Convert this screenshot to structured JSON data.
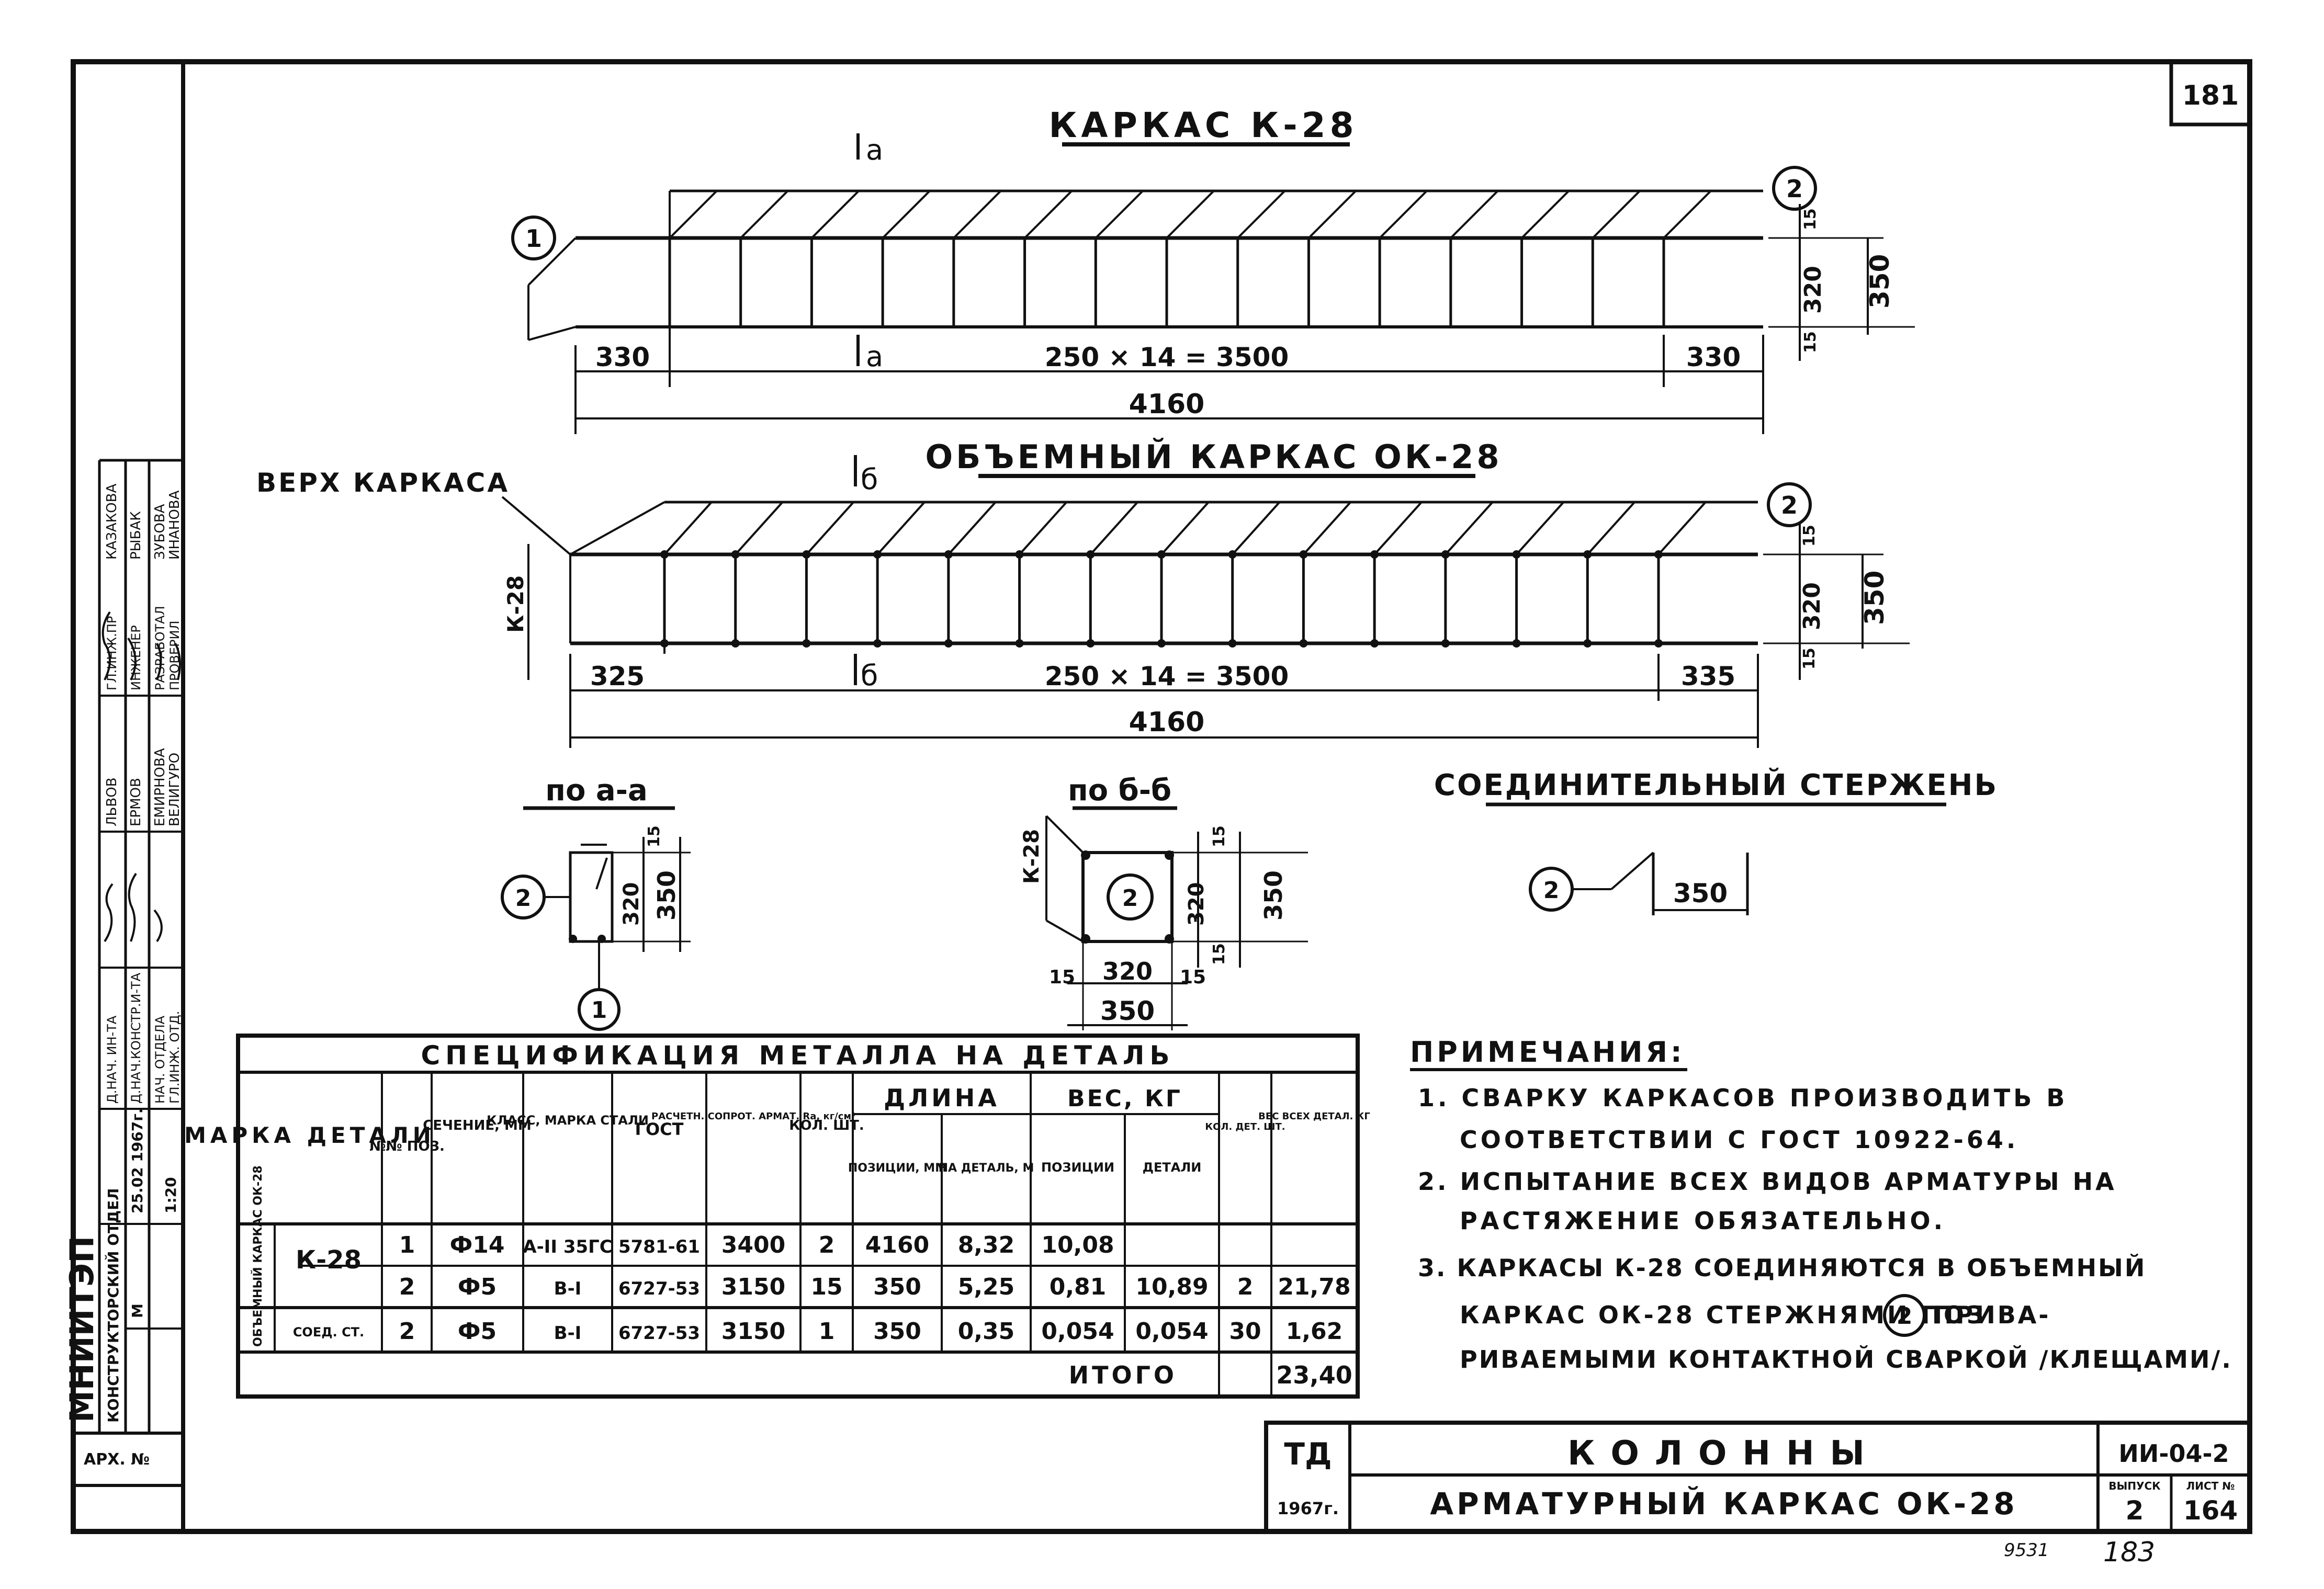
{
  "sheet": {
    "page_number": "181",
    "archive": "АРХ. №",
    "footer_code": "9531",
    "footer_page": "183"
  },
  "left_strip": {
    "org": "МНИИТЭП",
    "dept": "КОНСТРУКТОРСКИЙ ОТДЕЛ",
    "date": "25.02 1967г.",
    "scale_label": "М",
    "scale": "1:20",
    "rows": [
      {
        "role": "Д.НАЧ. ИН-ТА",
        "name": "ЛЬВОВ"
      },
      {
        "role": "Д.НАЧ.КОНСТР.И-ТА",
        "name": "ЕРМОВ"
      },
      {
        "role": "НАЧ. ОТДЕЛА",
        "name": "ЕМИРНОВА"
      },
      {
        "role": "ГЛ.ИНЖ. ОТД.",
        "name": "ВЕЛИГУРО"
      },
      {
        "role": "ГЛ.ИНЖ.ПР",
        "name": "КАЗАКОВА"
      },
      {
        "role": "ИНЖЕНЕР",
        "name": "РЫБАК"
      },
      {
        "role": "РАЗРАБОТАЛ",
        "name": "ЗУБОВА"
      },
      {
        "role": "ПРОВЕРИЛ",
        "name": "ИНАНОВА"
      }
    ]
  },
  "frame_k28": {
    "title": "КАРКАС К-28",
    "section_mark": "а",
    "callout_1": "1",
    "callout_2": "2",
    "dim_left": "330",
    "dim_mid": "250 × 14 = 3500",
    "dim_right": "330",
    "dim_total": "4160",
    "dim_top": "15",
    "dim_middle": "320",
    "dim_bottom": "15",
    "dim_height": "350"
  },
  "frame_ok28": {
    "title": "ОБЪЕМНЫЙ КАРКАС ОК-28",
    "top_label": "ВЕРХ КАРКАСА",
    "side_label": "К-28",
    "section_mark": "б",
    "callout_2": "2",
    "dim_left": "325",
    "dim_mid": "250 × 14 = 3500",
    "dim_right": "335",
    "dim_total": "4160",
    "dim_top": "15",
    "dim_middle": "320",
    "dim_bottom": "15",
    "dim_height": "350"
  },
  "section_aa": {
    "title": "по а-а",
    "callout_2": "2",
    "callout_1": "1",
    "dim_top": "15",
    "dim_mid": "320",
    "dim_total": "350"
  },
  "section_bb": {
    "title": "по б-б",
    "side_label": "К-28",
    "callout_2": "2",
    "dim_top": "15",
    "dim_mid": "320",
    "dim_total": "350",
    "dim_bottom": "15",
    "w_left": "15",
    "w_mid": "320",
    "w_right": "15",
    "w_total": "350"
  },
  "connector": {
    "title": "СОЕДИНИТЕЛЬНЫЙ СТЕРЖЕНЬ",
    "callout": "2",
    "length": "350"
  },
  "spec_table": {
    "title": "СПЕЦИФИКАЦИЯ МЕТАЛЛА НА ДЕТАЛЬ",
    "headers": {
      "mark": "МАРКА ДЕТАЛИ",
      "pos": "№№ ПОЗ.",
      "section": "СЕЧЕНИЕ, ММ",
      "class": "КЛАСС, МАРКА СТАЛИ",
      "gost": "ГОСТ",
      "resist": "РАСЧЕТН. СОПРОТ. АРМАТ. Ra, кг/см²",
      "qty": "КОЛ. ШТ.",
      "length": "ДЛИНА",
      "len_pos": "ПОЗИЦИИ, ММ",
      "len_det": "НА ДЕТАЛЬ, М",
      "weight": "ВЕС, КГ",
      "w_pos": "ПОЗИЦИИ",
      "w_det": "ДЕТАЛИ",
      "det_qty": "КОЛ. ДЕТ. ШТ.",
      "total": "ВЕС ВСЕХ ДЕТАЛ. КГ"
    },
    "group_label": "ОБЪЕМНЫЙ КАРКАС ОК-28",
    "rows": [
      {
        "mark": "К-28",
        "pos": "1",
        "section": "Ф14",
        "class": "А-II 35ГС",
        "gost": "5781-61",
        "resist": "3400",
        "qty": "2",
        "len_pos": "4160",
        "len_det": "8,32",
        "w_pos": "10,08",
        "w_det": "",
        "det_qty": "",
        "total": ""
      },
      {
        "mark": "",
        "pos": "2",
        "section": "Ф5",
        "class": "В-I",
        "gost": "6727-53",
        "resist": "3150",
        "qty": "15",
        "len_pos": "350",
        "len_det": "5,25",
        "w_pos": "0,81",
        "w_det": "10,89",
        "det_qty": "2",
        "total": "21,78"
      },
      {
        "mark": "СОЕД. СТ.",
        "pos": "2",
        "section": "Ф5",
        "class": "В-I",
        "gost": "6727-53",
        "resist": "3150",
        "qty": "1",
        "len_pos": "350",
        "len_det": "0,35",
        "w_pos": "0,054",
        "w_det": "0,054",
        "det_qty": "30",
        "total": "1,62"
      }
    ],
    "total_label": "ИТОГО",
    "total_value": "23,40"
  },
  "notes": {
    "title": "ПРИМЕЧАНИЯ:",
    "lines": [
      "1. СВАРКУ КАРКАСОВ ПРОИЗВОДИТЬ В",
      "СООТВЕТСТВИИ С ГОСТ 10922-64.",
      "2. ИСПЫТАНИЕ ВСЕХ ВИДОВ АРМАТУРЫ НА",
      "РАСТЯЖЕНИЕ ОБЯЗАТЕЛЬНО.",
      "3. КАРКАСЫ К-28 СОЕДИНЯЮТСЯ В ОБЪЕМНЫЙ",
      "КАРКАС ОК-28 СТЕРЖНЯМИ ПОЗ.",
      "ПРИВА-",
      "РИВАЕМЫМИ КОНТАКТНОЙ СВАРКОЙ /КЛЕЩАМИ/."
    ],
    "pos_ref": "2"
  },
  "title_block": {
    "td": "ТД",
    "year": "1967г.",
    "title": "КОЛОННЫ",
    "subtitle": "АРМАТУРНЫЙ КАРКАС ОК-28",
    "code": "ИИ-04-2",
    "issue_label": "ВЫПУСК",
    "issue": "2",
    "sheet_label": "ЛИСТ №",
    "sheet": "164"
  }
}
